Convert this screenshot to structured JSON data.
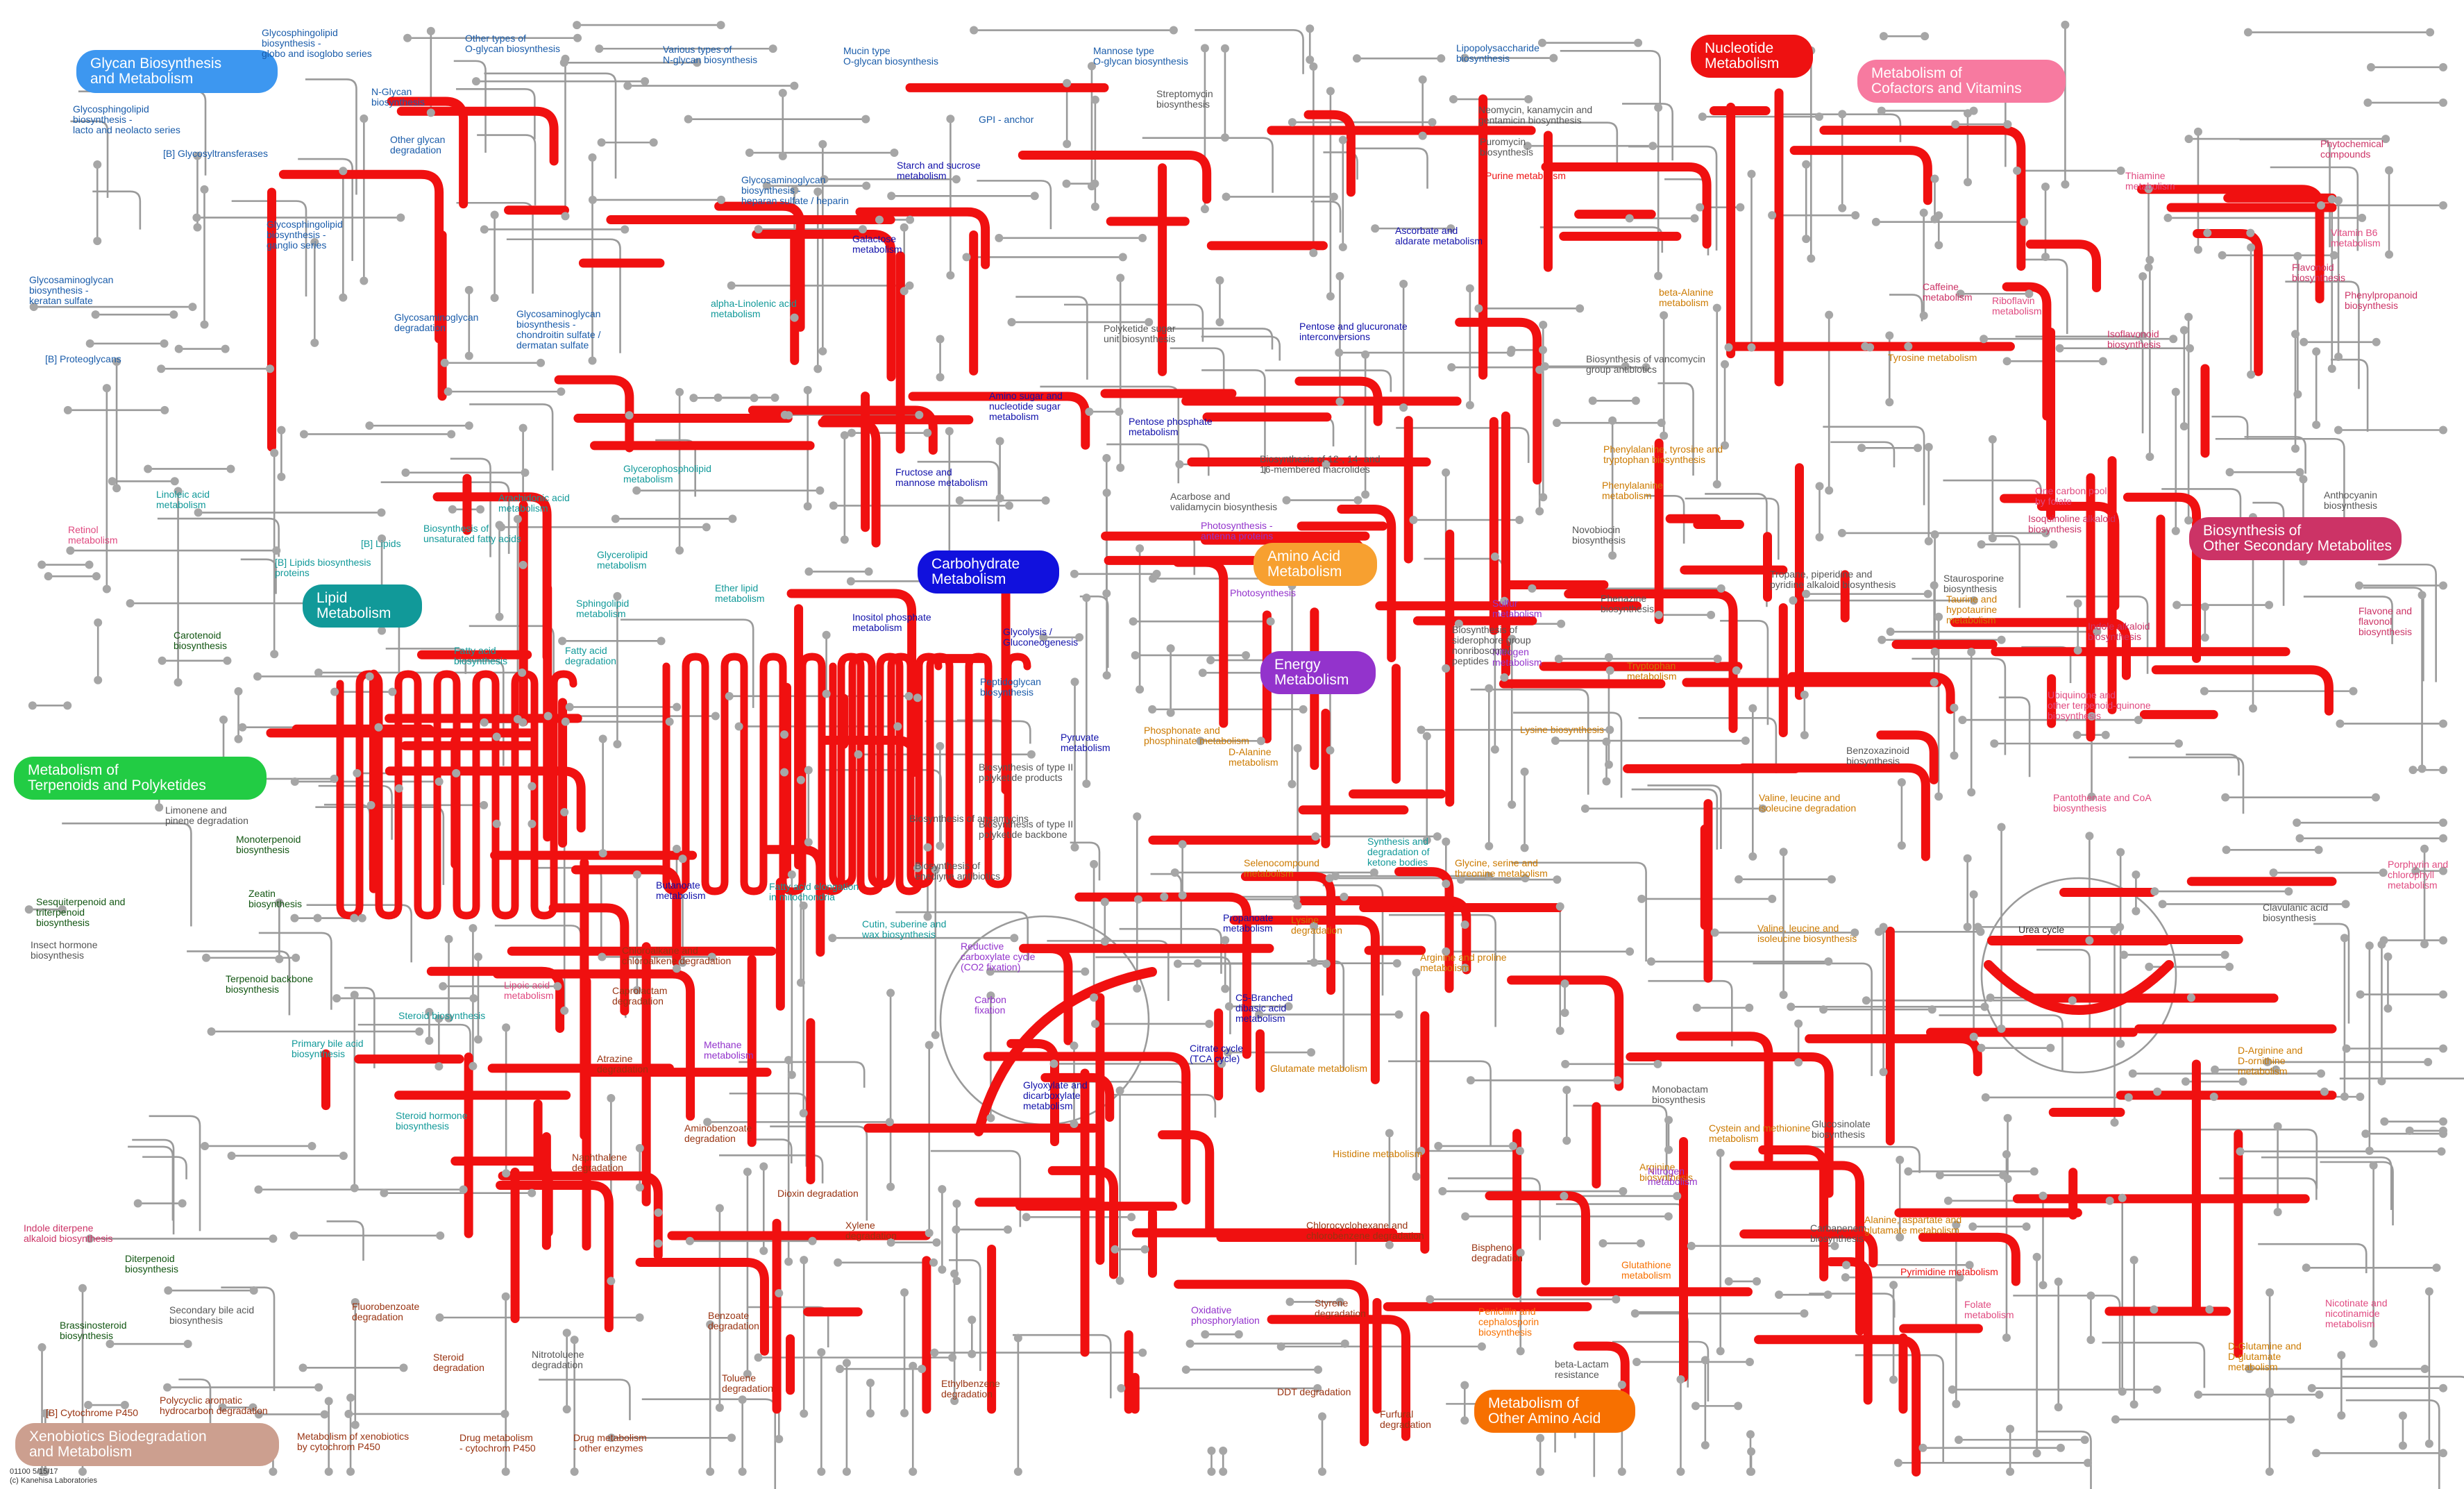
{
  "footer": {
    "line1": "01100 5/15/17",
    "line2": "(c) Kanehisa Laboratories"
  },
  "categories": [
    {
      "id": "glycan",
      "text": "Glycan Biosynthesis\nand Metabolism",
      "color": "#3d97f0"
    },
    {
      "id": "nucleotide",
      "text": "Nucleotide\nMetabolism",
      "color": "#ee1111"
    },
    {
      "id": "cofactors",
      "text": "Metabolism of\nCofactors and Vitamins",
      "color": "#f77aa0"
    },
    {
      "id": "carbohydrate",
      "text": "Carbohydrate\nMetabolism",
      "color": "#1111dd"
    },
    {
      "id": "aminoacid",
      "text": "Amino Acid\nMetabolism",
      "color": "#f7a030"
    },
    {
      "id": "energy",
      "text": "Energy\nMetabolism",
      "color": "#9333cc"
    },
    {
      "id": "lipid",
      "text": "Lipid\nMetabolism",
      "color": "#119999"
    },
    {
      "id": "secondary",
      "text": "Biosynthesis of\nOther Secondary Metabolites",
      "color": "#cc3366"
    },
    {
      "id": "terpenoids",
      "text": "Metabolism of\nTerpenoids and Polyketides",
      "color": "#22cc44"
    },
    {
      "id": "otheramino",
      "text": "Metabolism of\nOther Amino Acid",
      "color": "#f77000"
    },
    {
      "id": "xenobiotics",
      "text": "Xenobiotics Biodegradation\nand Metabolism",
      "color": "#cc9f8f"
    }
  ],
  "labels": [
    {
      "t": "Glycosphingolipid\nbiosynthesis -\nglobo and isoglobo series",
      "c": "#1a5caa"
    },
    {
      "t": "Other types of\nO-glycan biosynthesis",
      "c": "#1a5caa"
    },
    {
      "t": "Various types of\nN-glycan biosynthesis",
      "c": "#1a5caa"
    },
    {
      "t": "Mucin type\nO-glycan biosynthesis",
      "c": "#1a5caa"
    },
    {
      "t": "Mannose type\nO-glycan biosynthesis",
      "c": "#1a5caa"
    },
    {
      "t": "Lipopolysaccharide\nbiosynthesis",
      "c": "#1a5caa"
    },
    {
      "t": "N-Glycan\nbiosynthesis",
      "c": "#1a5caa"
    },
    {
      "t": "Glycosphingolipid\nbiosynthesis -\nlacto and neolacto series",
      "c": "#1a5caa"
    },
    {
      "t": "Other glycan\ndegradation",
      "c": "#1a5caa"
    },
    {
      "t": "[B] Glycosyltransferases",
      "c": "#1a5caa"
    },
    {
      "t": "Glycosaminoglycan\nbiosynthesis -\nheparan sulfate / heparin",
      "c": "#1a5caa"
    },
    {
      "t": "Glycosphingolipid\nbiosynthesis -\nganglio series",
      "c": "#1a5caa"
    },
    {
      "t": "Glycosaminoglycan\nbiosynthesis -\nkeratan sulfate",
      "c": "#1a5caa"
    },
    {
      "t": "Glycosaminoglycan\ndegradation",
      "c": "#1a5caa"
    },
    {
      "t": "Glycosaminoglycan\nbiosynthesis -\nchondroitin sulfate /\ndermatan sulfate",
      "c": "#1a5caa"
    },
    {
      "t": "[B] Proteoglycans",
      "c": "#1a5caa"
    },
    {
      "t": "GPI - anchor",
      "c": "#1a5caa"
    },
    {
      "t": "Streptomycin\nbiosynthesis",
      "c": "#555555"
    },
    {
      "t": "Neomycin, kanamycin and\ngentamicin biosynthesis",
      "c": "#555555"
    },
    {
      "t": "Puromycin\nbiosynthesis",
      "c": "#555555"
    },
    {
      "t": "Purine metabolism",
      "c": "#ee1111"
    },
    {
      "t": "Thiamine\nmetabolism",
      "c": "#e04a80"
    },
    {
      "t": "Phytochemical\ncompounds",
      "c": "#cc3366"
    },
    {
      "t": "Starch and sucrose\nmetabolism",
      "c": "#1111aa"
    },
    {
      "t": "Galactose\nmetabolism",
      "c": "#1111aa"
    },
    {
      "t": "Ascorbate and\naldarate metabolism",
      "c": "#1111aa"
    },
    {
      "t": "Vitamin B6\nmetabolism",
      "c": "#e04a80"
    },
    {
      "t": "Caffeine\nmetabolism",
      "c": "#cc3366"
    },
    {
      "t": "Riboflavin\nmetabolism",
      "c": "#e04a80"
    },
    {
      "t": "Flavonoid\nbiosynthesis",
      "c": "#cc3366"
    },
    {
      "t": "beta-Alanine\nmetabolism",
      "c": "#cc7a00"
    },
    {
      "t": "Phenylpropanoid\nbiosynthesis",
      "c": "#cc3366"
    },
    {
      "t": "alpha-Linolenic acid\nmetabolism",
      "c": "#119999"
    },
    {
      "t": "Polyketide sugar\nunit biosynthesis",
      "c": "#555555"
    },
    {
      "t": "Pentose and glucuronate\ninterconversions",
      "c": "#1111aa"
    },
    {
      "t": "Isoflavonoid\nbiosynthesis",
      "c": "#cc3366"
    },
    {
      "t": "Biosynthesis of vancomycin\ngroup antibiotics",
      "c": "#555555"
    },
    {
      "t": "Tyrosine metabolism",
      "c": "#cc7a00"
    },
    {
      "t": "Amino sugar and\nnucleotide sugar\nmetabolism",
      "c": "#1111aa"
    },
    {
      "t": "Pentose phosphate\nmetabolism",
      "c": "#1111aa"
    },
    {
      "t": "Biosynthesis of 12-, 14- and\n16-membered macrolides",
      "c": "#555555"
    },
    {
      "t": "Phenylalanine, tyrosine and\ntryptophan biosynthesis",
      "c": "#cc7a00"
    },
    {
      "t": "Linoleic acid\nmetabolism",
      "c": "#119999"
    },
    {
      "t": "Retinol\nmetabolism",
      "c": "#e04a80"
    },
    {
      "t": "Glycerophospholipid\nmetabolism",
      "c": "#119999"
    },
    {
      "t": "Arachidonic acid\nmetabolism",
      "c": "#119999"
    },
    {
      "t": "Fructose and\nmannose metabolism",
      "c": "#1111aa"
    },
    {
      "t": "Acarbose and\nvalidamycin biosynthesis",
      "c": "#555555"
    },
    {
      "t": "Phenylalanine\nmetabolism",
      "c": "#cc7a00"
    },
    {
      "t": "One carbon pool\nby folate",
      "c": "#e04a80"
    },
    {
      "t": "Anthocyanin\nbiosynthesis",
      "c": "#555555"
    },
    {
      "t": "[B] Lipids",
      "c": "#119999"
    },
    {
      "t": "Biosynthesis of\nunsaturated fatty acids",
      "c": "#119999"
    },
    {
      "t": "Photosynthesis -\nantenna proteins",
      "c": "#9333cc"
    },
    {
      "t": "Novobiocin\nbiosynthesis",
      "c": "#555555"
    },
    {
      "t": "Isoquinoline alkaloid\nbiosynthesis",
      "c": "#cc3366"
    },
    {
      "t": "[B] Lipids biosynthesis\nproteins",
      "c": "#119999"
    },
    {
      "t": "Glycerolipid\nmetabolism",
      "c": "#119999"
    },
    {
      "t": "Photosynthesis",
      "c": "#9333cc"
    },
    {
      "t": "Tropane, piperidine and\npyridine alkaloid biosynthesis",
      "c": "#555555"
    },
    {
      "t": "Ether lipid\nmetabolism",
      "c": "#119999"
    },
    {
      "t": "Inositol phosphate\nmetabolism",
      "c": "#1111aa"
    },
    {
      "t": "Sphingolipid\nmetabolism",
      "c": "#119999"
    },
    {
      "t": "Sulfur\nmetabolism",
      "c": "#9333cc"
    },
    {
      "t": "Phenazine\nbiosynthesis",
      "c": "#555555"
    },
    {
      "t": "Taurine and\nhypotaurine\nmetabolism",
      "c": "#cc7a00"
    },
    {
      "t": "Staurosporine\nbiosynthesis",
      "c": "#555555"
    },
    {
      "t": "Carotenoid\nbiosynthesis",
      "c": "#115511"
    },
    {
      "t": "Fatty acid\nbiosynthesis",
      "c": "#119999"
    },
    {
      "t": "Fatty acid\ndegradation",
      "c": "#119999"
    },
    {
      "t": "Glycolysis /\nGluconeogenesis",
      "c": "#1111aa"
    },
    {
      "t": "Nitrogen\nmetabolism",
      "c": "#9333cc"
    },
    {
      "t": "Biosynthesis of\nsiderophore group\nnonribosomal\npeptides",
      "c": "#555555"
    },
    {
      "t": "Indole alkaloid\nbiosynthesis",
      "c": "#cc3366"
    },
    {
      "t": "Flavone and\nflavonol\nbiosynthesis",
      "c": "#cc3366"
    },
    {
      "t": "Peptidoglycan\nbiosynthesis",
      "c": "#1a5caa"
    },
    {
      "t": "Tryptophan\nmetabolism",
      "c": "#cc7a00"
    },
    {
      "t": "Ubiquinone and\nother terpenoid-quinone\nbiosynthesis",
      "c": "#e04a80"
    },
    {
      "t": "Lysine biosynthesis",
      "c": "#cc7a00"
    },
    {
      "t": "Phosphonate and\nphosphinate metabolism",
      "c": "#cc7a00"
    },
    {
      "t": "Pyruvate\nmetabolism",
      "c": "#1111aa"
    },
    {
      "t": "Benzoxazinoid\nbiosynthesis",
      "c": "#555555"
    },
    {
      "t": "D-Alanine\nmetabolism",
      "c": "#cc7a00"
    },
    {
      "t": "Biosynthesis of type II\npolyketide products",
      "c": "#555555"
    },
    {
      "t": "Limonene and\npinene degradation",
      "c": "#555555"
    },
    {
      "t": "Monoterpenoid\nbiosynthesis",
      "c": "#115511"
    },
    {
      "t": "Biosynthesis of ansamycins",
      "c": "#555555"
    },
    {
      "t": "Biosynthesis of type II\npolyketide backbone",
      "c": "#555555"
    },
    {
      "t": "Valine, leucine and\nisoleucine degradation",
      "c": "#cc7a00"
    },
    {
      "t": "Pantothenate and CoA\nbiosynthesis",
      "c": "#e04a80"
    },
    {
      "t": "Synthesis and\ndegradation of\nketone bodies",
      "c": "#119999"
    },
    {
      "t": "Biosynthesis of\nenediyne antibiotics",
      "c": "#555555"
    },
    {
      "t": "Selenocompound\nmetabolism",
      "c": "#cc7a00"
    },
    {
      "t": "Glycine, serine and\nthreonine metabolism",
      "c": "#cc7a00"
    },
    {
      "t": "Sesquiterpenoid and\ntriterpenoid\nbiosynthesis",
      "c": "#115511"
    },
    {
      "t": "Zeatin\nbiosynthesis",
      "c": "#115511"
    },
    {
      "t": "Butanoate\nmetabolism",
      "c": "#1111aa"
    },
    {
      "t": "Fatty acid elongation\nin mitochondria",
      "c": "#119999"
    },
    {
      "t": "Porphyrin and\nchlorophyll\nmetabolism",
      "c": "#e04a80"
    },
    {
      "t": "Urea cycle",
      "c": "#333333"
    },
    {
      "t": "Clavulanic acid\nbiosynthesis",
      "c": "#555555"
    },
    {
      "t": "Cutin, suberine and\nwax biosynthesis",
      "c": "#119999"
    },
    {
      "t": "Propanoate\nmetabolism",
      "c": "#1111aa"
    },
    {
      "t": "Lysine\ndegradation",
      "c": "#cc7a00"
    },
    {
      "t": "Valine, leucine and\nisoleucine biosynthesis",
      "c": "#cc7a00"
    },
    {
      "t": "Insect hormone\nbiosynthesis",
      "c": "#555555"
    },
    {
      "t": "Chloroalkane and\nchloroalkene degradation",
      "c": "#993311"
    },
    {
      "t": "Reductive\ncarboxylate cycle\n(CO2 fixation)",
      "c": "#9333cc"
    },
    {
      "t": "Arginine and proline\nmetabolism",
      "c": "#cc7a00"
    },
    {
      "t": "Terpenoid backbone\nbiosynthesis",
      "c": "#115511"
    },
    {
      "t": "Lipoic acid\nmetabolism",
      "c": "#e04a80"
    },
    {
      "t": "Caprolactam\ndegradation",
      "c": "#993311"
    },
    {
      "t": "Carbon\nfixation",
      "c": "#9333cc"
    },
    {
      "t": "C5-Branched\ndibasic acid\nmetabolism",
      "c": "#1111aa"
    },
    {
      "t": "Steroid biosynthesis",
      "c": "#119999"
    },
    {
      "t": "Primary bile acid\nbiosynthesis",
      "c": "#119999"
    },
    {
      "t": "Methane\nmetabolism",
      "c": "#9333cc"
    },
    {
      "t": "Citrate cycle\n(TCA cycle)",
      "c": "#1111aa"
    },
    {
      "t": "Atrazine\ndegradation",
      "c": "#993311"
    },
    {
      "t": "D-Arginine and\nD-ornithine\nmetabolism",
      "c": "#cc7a00"
    },
    {
      "t": "Glutamate metabolism",
      "c": "#cc7a00"
    },
    {
      "t": "Glyoxylate and\ndicarboxylate\nmetabolism",
      "c": "#1111aa"
    },
    {
      "t": "Monobactam\nbiosynthesis",
      "c": "#555555"
    },
    {
      "t": "Steroid hormone\nbiosynthesis",
      "c": "#119999"
    },
    {
      "t": "Aminobenzoate\ndegradation",
      "c": "#993311"
    },
    {
      "t": "Naphthalene\ndegradation",
      "c": "#993311"
    },
    {
      "t": "Cystein and methionine\nmetabolism",
      "c": "#cc7a00"
    },
    {
      "t": "Glucosinolate\nbiosynthesis",
      "c": "#555555"
    },
    {
      "t": "Arginine\nbiosynthesis",
      "c": "#cc7a00"
    },
    {
      "t": "Nitrogen\nmetabolism",
      "c": "#9333cc"
    },
    {
      "t": "Histidine metabolism",
      "c": "#cc7a00"
    },
    {
      "t": "Dioxin degradation",
      "c": "#993311"
    },
    {
      "t": "Xylene\ndegradation",
      "c": "#993311"
    },
    {
      "t": "Indole diterpene\nalkaloid biosynthesis",
      "c": "#cc3366"
    },
    {
      "t": "Chlorocyclohexane and\nchlorobenzene degradation",
      "c": "#993311"
    },
    {
      "t": "Carbapenem\nbiosynthesis",
      "c": "#555555"
    },
    {
      "t": "Alanine, aspartate and\nglutamate metabolism",
      "c": "#cc7a00"
    },
    {
      "t": "Diterpenoid\nbiosynthesis",
      "c": "#115511"
    },
    {
      "t": "Bisphenol\ndegradation",
      "c": "#993311"
    },
    {
      "t": "Glutathione\nmetabolism",
      "c": "#f77000"
    },
    {
      "t": "Fluorobenzoate\ndegradation",
      "c": "#993311"
    },
    {
      "t": "Secondary bile acid\nbiosynthesis",
      "c": "#555555"
    },
    {
      "t": "Benzoate\ndegradation",
      "c": "#993311"
    },
    {
      "t": "Oxidative\nphosphorylation",
      "c": "#9333cc"
    },
    {
      "t": "Styrene\ndegradation",
      "c": "#993311"
    },
    {
      "t": "Penicillin and\ncephalosporin\nbiosynthesis",
      "c": "#f77000"
    },
    {
      "t": "Pyrimidine metabolism",
      "c": "#ee1111"
    },
    {
      "t": "Nicotinate and\nnicotinamide\nmetabolism",
      "c": "#e04a80"
    },
    {
      "t": "Brassinosteroid\nbiosynthesis",
      "c": "#115511"
    },
    {
      "t": "Nitrotoluene\ndegradation",
      "c": "#555555"
    },
    {
      "t": "D-Glutamine and\nD-glutamate\nmetabolism",
      "c": "#cc7a00"
    },
    {
      "t": "Folate\nmetabolism",
      "c": "#e04a80"
    },
    {
      "t": "Steroid\ndegradation",
      "c": "#993311"
    },
    {
      "t": "Toluene\ndegradation",
      "c": "#993311"
    },
    {
      "t": "beta-Lactam\nresistance",
      "c": "#555555"
    },
    {
      "t": "[B] Cytochrome P450",
      "c": "#993311"
    },
    {
      "t": "Polycyclic aromatic\nhydrocarbon degradation",
      "c": "#993311"
    },
    {
      "t": "Ethylbenzene\ndegradation",
      "c": "#993311"
    },
    {
      "t": "DDT degradation",
      "c": "#993311"
    },
    {
      "t": "Furfural\ndegradation",
      "c": "#993311"
    },
    {
      "t": "Metabolism of xenobiotics\nby cytochrom P450",
      "c": "#993311"
    },
    {
      "t": "Drug metabolism\n- cytochrom P450",
      "c": "#993311"
    },
    {
      "t": "Drug metabolism\n- other enzymes",
      "c": "#993311"
    }
  ]
}
